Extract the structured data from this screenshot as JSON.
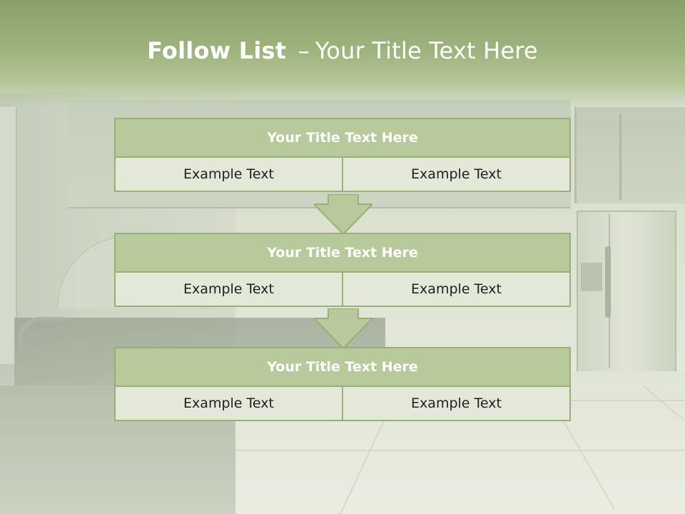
{
  "title": {
    "bold": "Follow List",
    "separator": "–",
    "rest": "Your Title Text Here"
  },
  "steps": [
    {
      "title": "Your Title Text Here",
      "left": "Example Text",
      "right": "Example Text"
    },
    {
      "title": "Your Title Text Here",
      "left": "Example Text",
      "right": "Example Text"
    },
    {
      "title": "Your Title Text Here",
      "left": "Example Text",
      "right": "Example Text"
    }
  ],
  "colors": {
    "header": "#9db27c",
    "box_title": "#b8c99b",
    "box_cell": "#e3e8d8",
    "border": "#9aae78",
    "arrow": "#b8c99b"
  },
  "icons": [
    "down-arrow-icon",
    "down-arrow-icon"
  ]
}
